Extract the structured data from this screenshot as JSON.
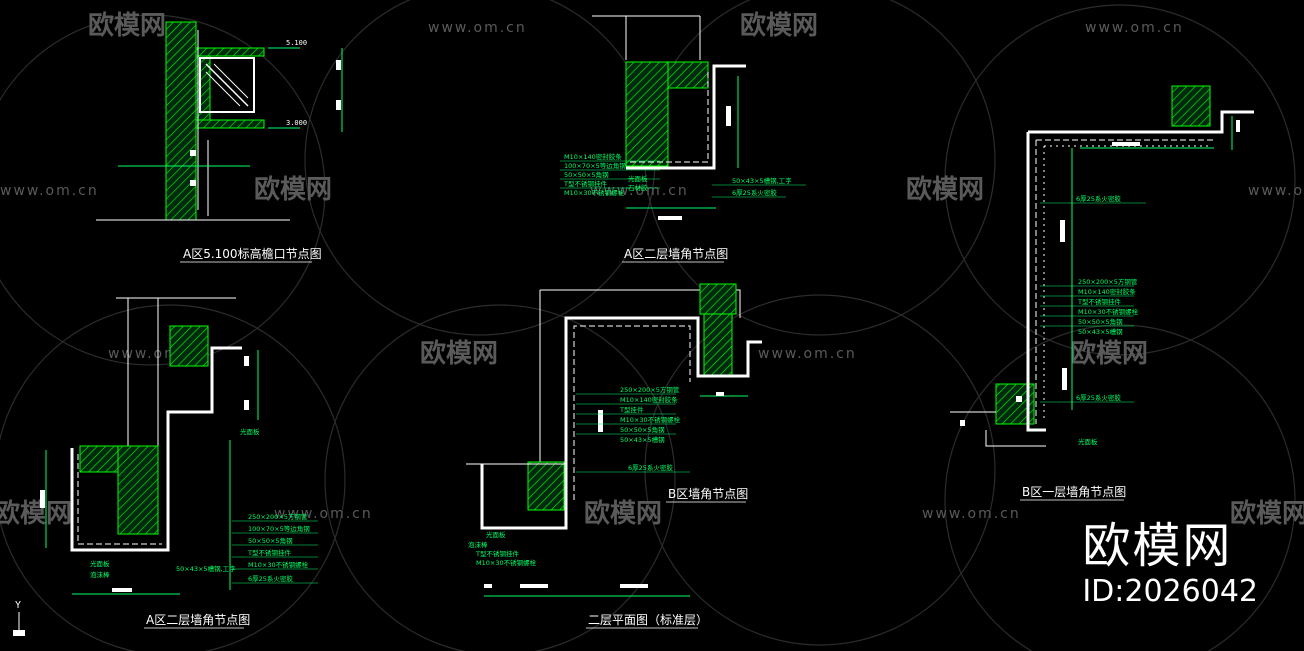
{
  "watermark": {
    "url_text": "www.om.cn",
    "logo_text": "欧模网"
  },
  "brand": {
    "logo": "欧模网",
    "id": "ID:2026042"
  },
  "drawings": {
    "a_eave": {
      "title": "A区5.100标高檐口节点图",
      "level_top": "5.100",
      "level_bottom": "3.000"
    },
    "a_corner_top": {
      "title": "A区二层墙角节点图",
      "notes": [
        "M10×140密封胶条",
        "100×70×5等边角钢",
        "50×50×5角钢",
        "T型不锈钢挂件",
        "M10×30不锈钢螺栓",
        "光面板",
        "石材胶"
      ],
      "notes_right": [
        "50×43×5槽钢,工字",
        "6厚25系火密胶"
      ]
    },
    "a_corner_bottom": {
      "title": "A区二层墙角节点图",
      "notes": [
        "250×200×5方钢管",
        "100×70×5等边角钢",
        "50×50×5角钢",
        "T型不锈钢挂件",
        "M10×30不锈钢螺栓",
        "50×43×5槽钢,工字",
        "6厚25系火密胶"
      ],
      "left_notes": [
        "光面板",
        "泡沫棒"
      ]
    },
    "b_corner": {
      "title": "B区墙角节点图",
      "notes": [
        "250×200×5方钢管",
        "M10×140密封胶条",
        "T型挂件",
        "M10×30不锈钢螺栓",
        "50×50×5角钢",
        "50×43×5槽钢"
      ],
      "bottom_note": "6厚25系火密胶"
    },
    "b_corner_first": {
      "title": "B区一层墙角节点图",
      "note_top": "6厚25系火密胶",
      "notes": [
        "250×200×5方钢管",
        "M10×140密封胶条",
        "T型不锈钢挂件",
        "M10×30不锈钢螺栓",
        "50×50×5角钢",
        "50×43×5槽钢"
      ],
      "note_bottom": "6厚25系火密胶",
      "bottom_label": "光面板"
    },
    "floor_plan": {
      "title": "二层平面图（标准层）",
      "left_notes": [
        "光面板",
        "泡沫棒",
        "T型不锈钢挂件",
        "M10×30不锈钢螺栓"
      ]
    }
  },
  "ucs": {
    "axis_label": "Y"
  },
  "colors": {
    "background": "#000000",
    "line": "#ffffff",
    "dimension": "#00ff66",
    "hatch": "#00ff00",
    "watermark": "#5a5a5a"
  }
}
